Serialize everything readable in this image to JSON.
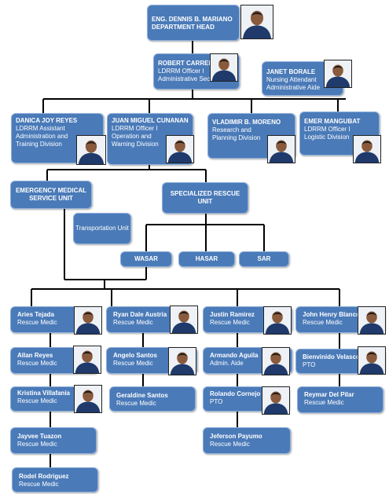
{
  "colors": {
    "box": "#4a7ab8",
    "border": "#8fb0dc",
    "text": "#ffffff",
    "line": "#000000"
  },
  "head": {
    "name": "ENG. DENNIS B. MARIANO",
    "role": "DEPARTMENT HEAD"
  },
  "admin": {
    "name": "ROBERT CARREN",
    "role1": "LDRRM Officer I",
    "role2": "Administrative Section"
  },
  "aide": {
    "name": "JANET BORALE",
    "role1": "Nursing Attendant",
    "role2": "Administrative Aide"
  },
  "divisions": {
    "training": {
      "name": "DANICA JOY REYES",
      "role1": "LDRRM Assistant",
      "role2": "Administration and",
      "role3": "Training Division"
    },
    "operation": {
      "name": "JUAN MIGUEL CUNANAN",
      "role1": "LDRRM Officer I",
      "role2": "Operation and",
      "role3": "Warning Division"
    },
    "research": {
      "name": "VLADIMIR B. MORENO",
      "role1": "Research and",
      "role2": "Planning Division"
    },
    "logistic": {
      "name": "EMER MANGUBAT",
      "role1": "LDRRM Officer I",
      "role2": "Logistic Division"
    }
  },
  "units": {
    "ems": "EMERGENCY MEDICAL SERVICE UNIT",
    "transport": "Transportation Unit",
    "rescue": "SPECIALIZED RESCUE UNIT",
    "wasar": "WASAR",
    "hasar": "HASAR",
    "sar": "SAR"
  },
  "staff": [
    {
      "name": "Aries Tejada",
      "role": "Rescue Medic"
    },
    {
      "name": "Allan Reyes",
      "role": "Rescue Medic"
    },
    {
      "name": "Kristina Villafania",
      "role": "Rescue Medic"
    },
    {
      "name": "Jayvee Tuazon",
      "role": "Rescue Medic"
    },
    {
      "name": "Rodel Rodriguez",
      "role": "Rescue Medic"
    },
    {
      "name": "Ryan Dale Austria",
      "role": "Rescue Medic"
    },
    {
      "name": "Angelo Santos",
      "role": "Rescue Medic"
    },
    {
      "name": "Geraldine Santos",
      "role": "Rescue Medic"
    },
    {
      "name": "Justin Ramirez",
      "role": "Rescue Medic"
    },
    {
      "name": "Armando Aguila",
      "role": "Admin. Aide"
    },
    {
      "name": "Rolando Cornejo",
      "role": "PTO"
    },
    {
      "name": "Jeferson Payumo",
      "role": "Rescue Medic"
    },
    {
      "name": "John Henry Blanco",
      "role": "Rescue Medic"
    },
    {
      "name": "Bienvinido Velasco",
      "role": "PTO"
    },
    {
      "name": "Reymar Del Pilar",
      "role": "Rescue Medic"
    }
  ]
}
